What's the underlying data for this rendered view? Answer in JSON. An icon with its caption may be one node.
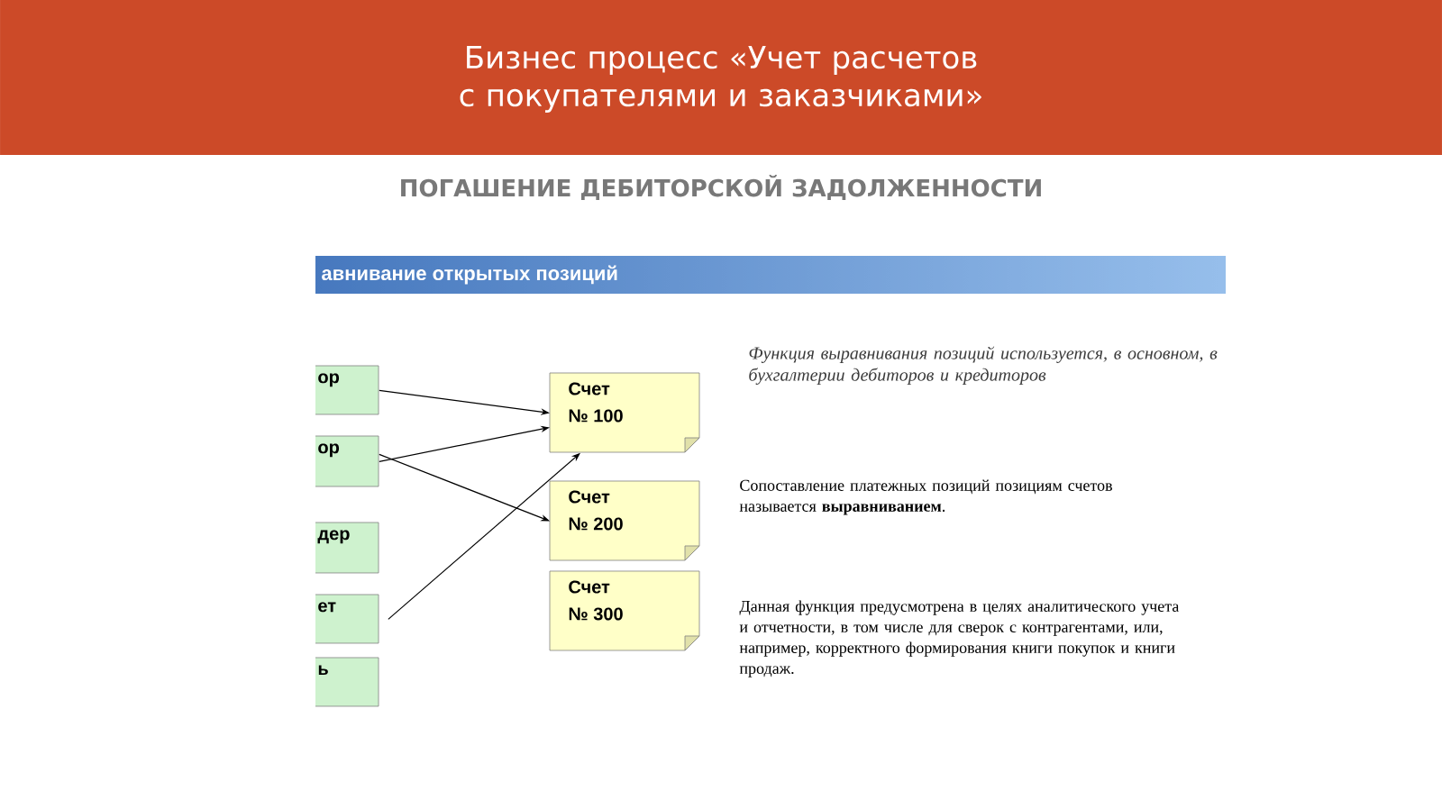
{
  "diagram": {
    "title": "Бизнес процесс «Учет  расчетов с покупателями и заказчиками»",
    "nodes": [
      {
        "text": [
          "ор"
        ]
      },
      {
        "text": [
          "ор"
        ]
      },
      {
        "text": [
          "дер"
        ]
      },
      {
        "text": [
          "ет"
        ]
      },
      {
        "text": [
          "ь"
        ]
      },
      {
        "text": [
          "Счет",
          "№ 100"
        ]
      },
      {
        "text": [
          "Счет",
          "№ 200"
        ]
      },
      {
        "text": [
          "Счет",
          "№ 300"
        ]
      }
    ],
    "edges": [
      {
        "from": 0,
        "to": 5,
        "arrow": "to"
      },
      {
        "from": 1,
        "to": 5,
        "arrow": "to"
      },
      {
        "from": 1,
        "to": 6,
        "arrow": "to"
      },
      {
        "from": 3,
        "to": 5,
        "arrow": "to"
      }
    ],
    "labels": [
      "ПОГАШЕНИЕ ДЕБИТОРСКОЙ ЗАДОЛЖЕННОСТИ",
      "авнивание открытых позиций",
      "Функция выравнивания позиций используется, в основном, в бухгалтерии дебиторов и кредиторов",
      "Сопоставление платежных позиций позициям счетов называется **выравниванием**.",
      "Данная функция предусмотрена в целях аналитического учета и отчетности, в том числе для сверок с контрагентами, или, например, корректного формирования книги покупок и книги продаж."
    ]
  }
}
